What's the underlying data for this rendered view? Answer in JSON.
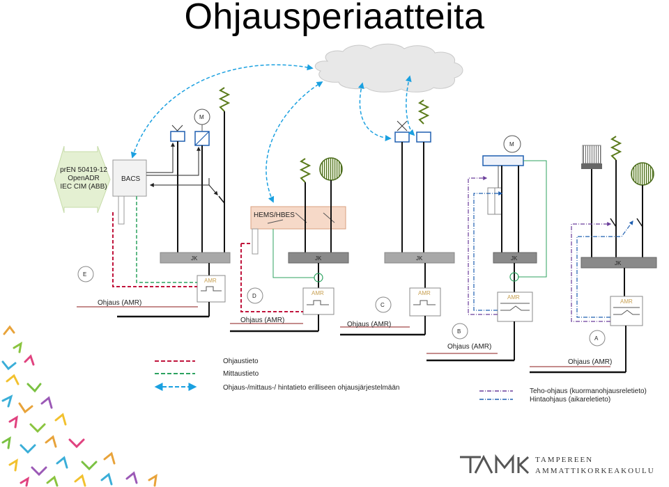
{
  "title": "Ohjausperiaatteita",
  "protocols": [
    "prEN 50419-12",
    "OpenADR",
    "IEC CIM (ABB)"
  ],
  "bacs_label": "BACS",
  "hems_label": "HEMS/HBES",
  "jk_label": "JK",
  "amr_label": "AMR",
  "motor_label": "M",
  "control_line_label": "Ohjaus (AMR)",
  "site_labels": [
    "E",
    "D",
    "C",
    "B",
    "A"
  ],
  "legend": {
    "control_info": "Ohjaustieto",
    "metering_info": "Mittaustieto",
    "separate_system": "Ohjaus-/mittaus-/ hintatieto erilliseen ohjausjärjestelmään",
    "power_control": "Teho-ohjaus (kuormanohjausreletieto)",
    "price_control": "Hintaohjaus (aikareletieto)"
  },
  "logo": {
    "mark": "TAMK",
    "line1": "TAMPEREEN",
    "line2": "AMMATTIKORKEAKOULU"
  },
  "colors": {
    "control": "#c0143c",
    "metering": "#2ca25f",
    "separate": "#1aa0e0",
    "power": "#6a3d9a",
    "price": "#1f5fb0",
    "jk_bar": "#a8a8a8",
    "cable": "#111111"
  }
}
